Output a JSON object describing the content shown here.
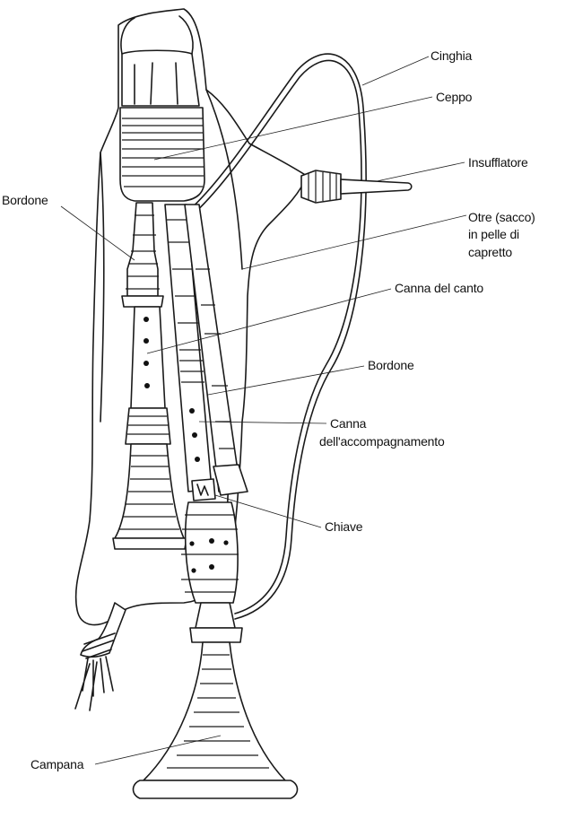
{
  "labels": {
    "cinghia": "Cinghia",
    "ceppo": "Ceppo",
    "insufflatore": "Insufflatore",
    "bordone_left": "Bordone",
    "otre_line1": "Otre (sacco)",
    "otre_line2": "in pelle di",
    "otre_line3": "capretto",
    "canna_canto": "Canna del canto",
    "bordone_right": "Bordone",
    "canna_acc_line1": "Canna",
    "canna_acc_line2": "dell'accompagnamento",
    "chiave": "Chiave",
    "campana": "Campana"
  }
}
